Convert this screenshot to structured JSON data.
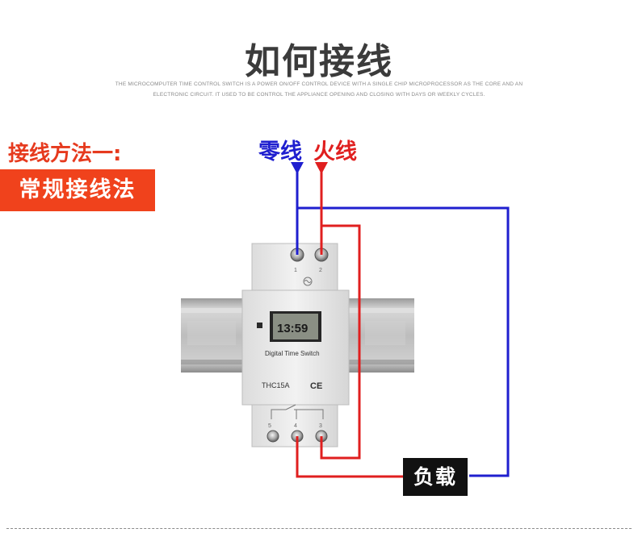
{
  "header": {
    "title": "如何接线",
    "subtitle_line1": "THE MICROCOMPUTER TIME CONTROL SWITCH IS A POWER ON/OFF CONTROL DEVICE WITH A SINGLE CHIP MICROPROCESSOR AS THE CORE AND AN",
    "subtitle_line2": "ELECTRONIC CIRCUIT. IT USED TO BE CONTROL THE APPLIANCE OPENING AND CLOSING WITH DAYS OR WEEKLY CYCLES."
  },
  "method": {
    "label": "接线方法一:",
    "tag": "常规接线法"
  },
  "wires": {
    "neutral_label": "零线",
    "live_label": "火线",
    "neutral_color": "#1f1fcf",
    "live_color": "#e01f1f"
  },
  "device": {
    "name": "Digital Time Switch",
    "model": "THC15A",
    "mark": "CE",
    "display": "13:59",
    "terminals_top": [
      "1",
      "2"
    ],
    "terminals_bottom": [
      "5",
      "4",
      "3"
    ]
  },
  "load": {
    "label": "负载"
  }
}
